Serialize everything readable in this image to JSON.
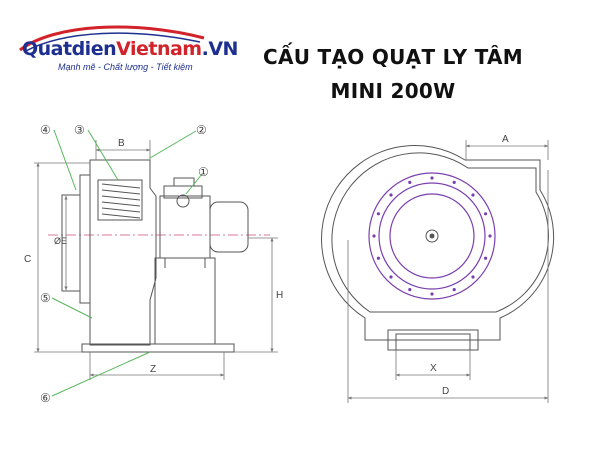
{
  "logo": {
    "part1": "Quatdien",
    "part2": "Vietnam",
    "part3": ".VN",
    "slogan": "Mạnh mẽ - Chất lượng - Tiết kiệm"
  },
  "title": {
    "line1": "CẤU TẠO QUẠT LY TÂM",
    "line2": "MINI 200W"
  },
  "side_view": {
    "callouts": [
      "④",
      "③",
      "②",
      "①",
      "⑤",
      "⑥"
    ],
    "dims": {
      "B": "B",
      "C": "C",
      "E": "ØE",
      "H": "H",
      "Z": "Z"
    }
  },
  "front_view": {
    "dims": {
      "A": "A",
      "X": "X",
      "D": "D"
    }
  },
  "colors": {
    "line": "#555555",
    "dim": "#777777",
    "leader": "#55b85a",
    "flange": "#7a3fb0",
    "logo_blue": "#1d2f8f",
    "logo_red": "#d2232a"
  }
}
